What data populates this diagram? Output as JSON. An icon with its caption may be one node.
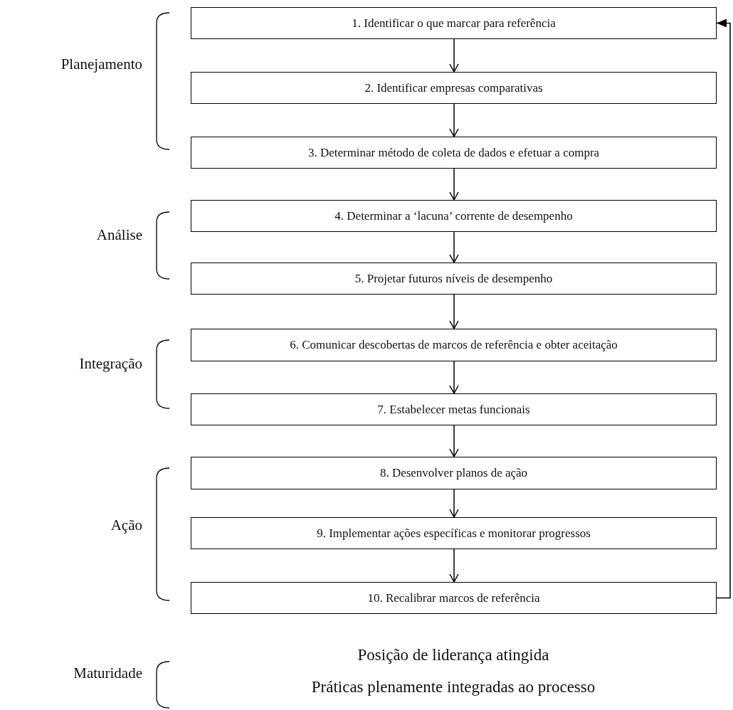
{
  "diagram": {
    "nodes": [
      {
        "text": [
          "1. Identificar o que marcar para referência"
        ]
      },
      {
        "text": [
          "2. Identificar empresas comparativas"
        ]
      },
      {
        "text": [
          "3. Determinar método de coleta de dados e efetuar a compra"
        ]
      },
      {
        "text": [
          "4. Determinar a ‘lacuna’ corrente de desempenho"
        ]
      },
      {
        "text": [
          "5. Projetar futuros níveis de desempenho"
        ]
      },
      {
        "text": [
          "6. Comunicar descobertas de marcos de referência e obter aceitação"
        ]
      },
      {
        "text": [
          "7. Estabelecer metas funcionais"
        ]
      },
      {
        "text": [
          "8. Desenvolver planos de ação"
        ]
      },
      {
        "text": [
          "9. Implementar ações específicas e monitorar progressos"
        ]
      },
      {
        "text": [
          "10. Recalibrar marcos de referência"
        ]
      }
    ],
    "edges": [
      {
        "from": 0,
        "to": 1,
        "arrow": "to"
      },
      {
        "from": 1,
        "to": 2,
        "arrow": "to"
      },
      {
        "from": 2,
        "to": 3,
        "arrow": "to"
      },
      {
        "from": 3,
        "to": 4,
        "arrow": "to"
      },
      {
        "from": 4,
        "to": 5,
        "arrow": "to"
      },
      {
        "from": 5,
        "to": 6,
        "arrow": "to"
      },
      {
        "from": 6,
        "to": 7,
        "arrow": "to"
      },
      {
        "from": 7,
        "to": 8,
        "arrow": "to"
      },
      {
        "from": 8,
        "to": 9,
        "arrow": "to"
      },
      {
        "from": 9,
        "to": 0,
        "arrow": "to"
      }
    ],
    "labels": [
      "Planejamento",
      "Análise",
      "Integração",
      "Ação",
      "Maturidade",
      "Posição de liderança atingida",
      "Práticas plenamente integradas ao processo"
    ]
  }
}
